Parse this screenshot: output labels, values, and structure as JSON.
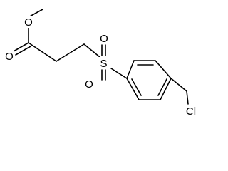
{
  "structure": {
    "atoms": {
      "ester_o_single": "O",
      "ester_o_double": "O",
      "sulfur": "S",
      "sulfonyl_o_top": "O",
      "sulfonyl_o_bottom": "O",
      "chlorine": "Cl"
    }
  }
}
